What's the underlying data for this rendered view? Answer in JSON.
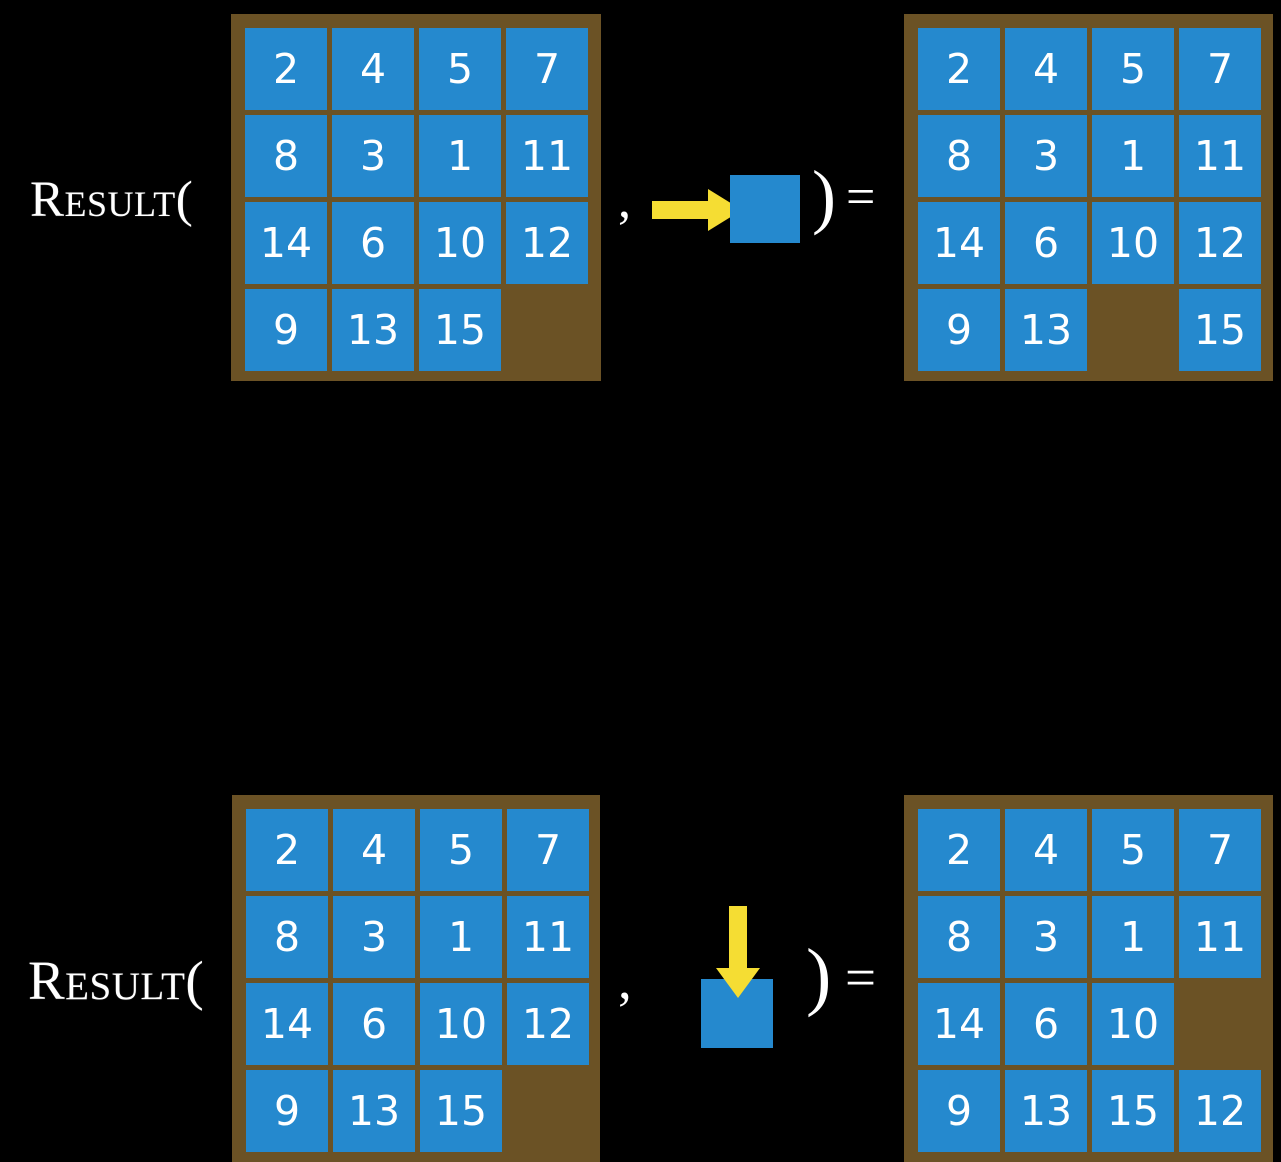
{
  "page": {
    "background_color": "#000000",
    "board_color": "#6b5225",
    "tile_color": "#2589ce",
    "tile_text_color": "#ffffff",
    "arrow_color": "#f5dd33",
    "text_color": "#ffffff"
  },
  "rows": [
    {
      "id": "row-1",
      "label": "Result(",
      "comma": ",",
      "close_paren": ")",
      "equals": "=",
      "action": {
        "icon": "arrow-right-icon",
        "direction": "right",
        "description": "slide tile right"
      },
      "input_board": {
        "name": "input-board-row-1",
        "rows": 4,
        "cols": 4,
        "cells": [
          [
            "2",
            "4",
            "5",
            "7"
          ],
          [
            "8",
            "3",
            "1",
            "11"
          ],
          [
            "14",
            "6",
            "10",
            "12"
          ],
          [
            "9",
            "13",
            "15",
            ""
          ]
        ]
      },
      "output_board": {
        "name": "output-board-row-1",
        "rows": 4,
        "cols": 4,
        "cells": [
          [
            "2",
            "4",
            "5",
            "7"
          ],
          [
            "8",
            "3",
            "1",
            "11"
          ],
          [
            "14",
            "6",
            "10",
            "12"
          ],
          [
            "9",
            "13",
            "",
            "15"
          ]
        ]
      }
    },
    {
      "id": "row-2",
      "label": "Result(",
      "comma": ",",
      "close_paren": ")",
      "equals": "=",
      "action": {
        "icon": "arrow-down-icon",
        "direction": "down",
        "description": "slide tile down"
      },
      "input_board": {
        "name": "input-board-row-2",
        "rows": 4,
        "cols": 4,
        "cells": [
          [
            "2",
            "4",
            "5",
            "7"
          ],
          [
            "8",
            "3",
            "1",
            "11"
          ],
          [
            "14",
            "6",
            "10",
            "12"
          ],
          [
            "9",
            "13",
            "15",
            ""
          ]
        ]
      },
      "output_board": {
        "name": "output-board-row-2",
        "rows": 4,
        "cols": 4,
        "cells": [
          [
            "2",
            "4",
            "5",
            "7"
          ],
          [
            "8",
            "3",
            "1",
            "11"
          ],
          [
            "14",
            "6",
            "10",
            ""
          ],
          [
            "9",
            "13",
            "15",
            "12"
          ]
        ]
      }
    }
  ]
}
